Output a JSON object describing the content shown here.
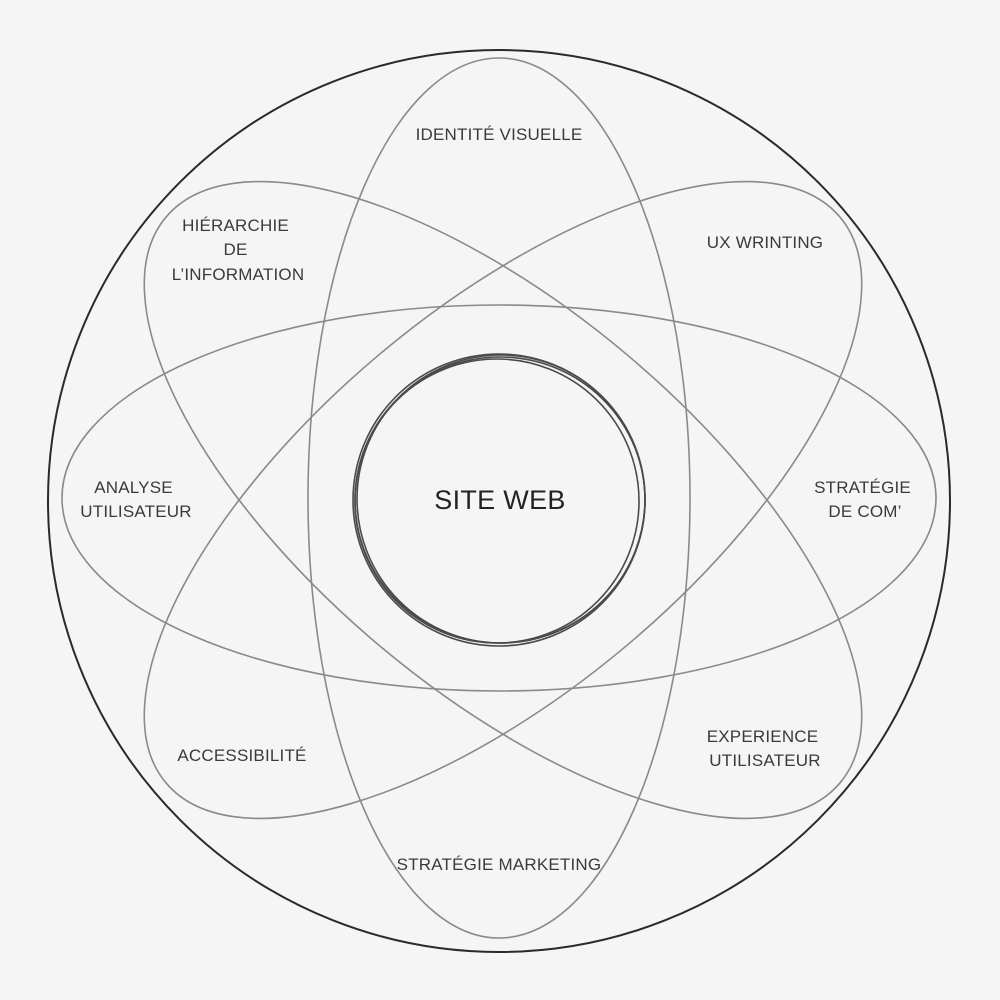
{
  "diagram": {
    "center": "SITE WEB",
    "petals": [
      {
        "id": "identite-visuelle",
        "lines": [
          "IDENTITÉ VISUELLE"
        ]
      },
      {
        "id": "ux-wrinting",
        "lines": [
          "UX WRINTING"
        ]
      },
      {
        "id": "strategie-de-com",
        "lines": [
          "STRATÉGIE",
          "DE COM’"
        ]
      },
      {
        "id": "experience-utilisateur",
        "lines": [
          "EXPERIENCE",
          "UTILISATEUR"
        ]
      },
      {
        "id": "strategie-marketing",
        "lines": [
          "STRATÉGIE MARKETING"
        ]
      },
      {
        "id": "accessibilite",
        "lines": [
          "ACCESSIBILITÉ"
        ]
      },
      {
        "id": "analyse-utilisateur",
        "lines": [
          "ANALYSE",
          "UTILISATEUR"
        ]
      },
      {
        "id": "hierarchie-de-l-information",
        "lines": [
          "HIÉRARCHIE",
          "DE",
          "L’INFORMATION"
        ]
      }
    ]
  }
}
